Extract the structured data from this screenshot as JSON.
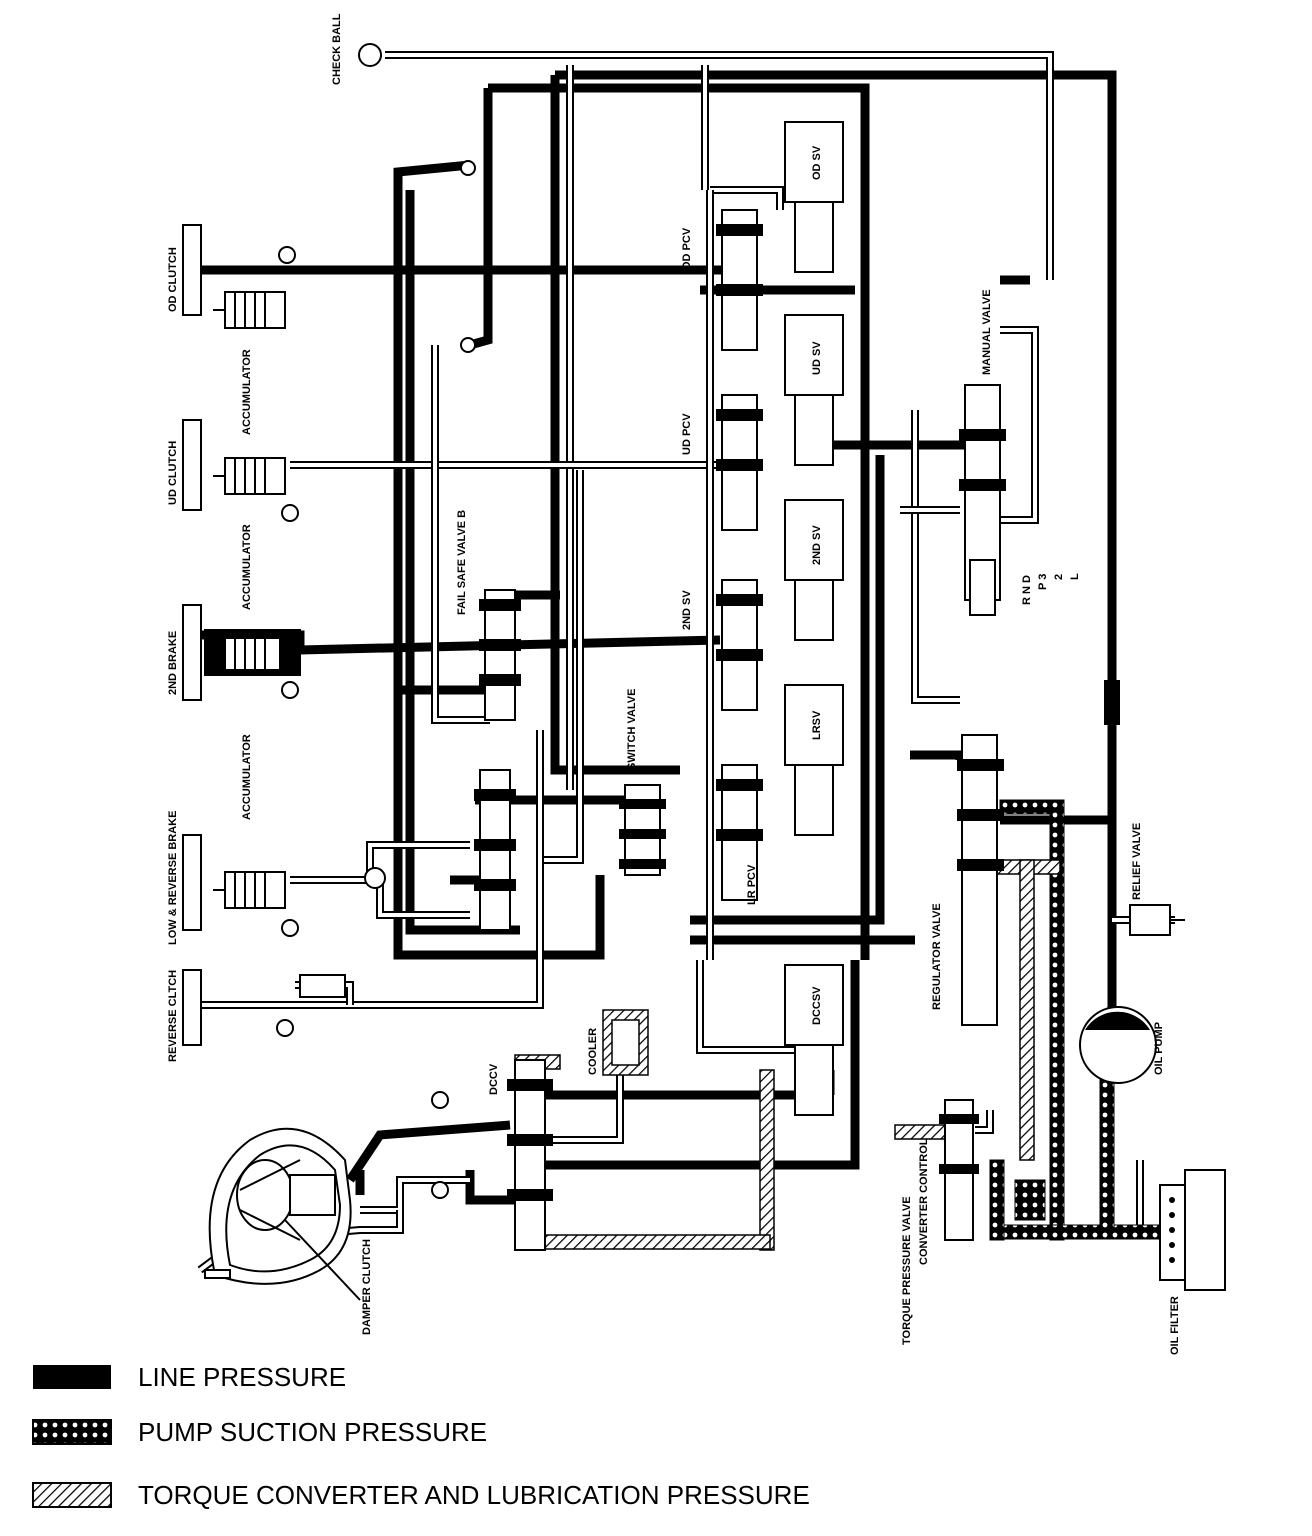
{
  "labels": {
    "check_ball": "CHECK BALL",
    "od_clutch": "OD CLUTCH",
    "accumulator": "ACCUMULATOR",
    "ud_clutch": "UD CLUTCH",
    "second_brake": "2ND BRAKE",
    "low_reverse_brake": "LOW & REVERSE BRAKE",
    "reverse_clutch": "REVERSE CLTCH",
    "fail_safe_valve_b": "FAIL SAFE VALVE B",
    "switch_valve": "SWITCH VALVE",
    "od_pcv": "OD PCV",
    "ud_pcv": "UD PCV",
    "second_sv_left": "2ND SV",
    "lr_pcv": "LR PCV",
    "od_sv": "OD SV",
    "ud_sv": "UD SV",
    "second_sv": "2ND SV",
    "lrsv": "LRSV",
    "dccsv": "DCCSV",
    "manual_valve": "MANUAL VALVE",
    "range_1": "R N D",
    "range_2": "P 3",
    "range_3": "2",
    "range_4": "L",
    "relief_valve": "RELIEF VALVE",
    "regulator_valve": "REGULATOR VALVE",
    "oil_pump": "OIL PUMP",
    "cooler": "COOLER",
    "dccv": "DCCV",
    "damper_clutch": "DAMPER CLUTCH",
    "torque_converter_control": "CONVERTER CONTROL",
    "torque_pressure_valve": "TORQUE PRESSURE VALVE",
    "oil_filter": "OIL FILTER"
  },
  "legend": [
    {
      "pattern": "solid",
      "label": "LINE PRESSURE"
    },
    {
      "pattern": "dotted",
      "label": "PUMP SUCTION PRESSURE"
    },
    {
      "pattern": "hatched",
      "label": "TORQUE CONVERTER AND LUBRICATION PRESSURE"
    }
  ]
}
